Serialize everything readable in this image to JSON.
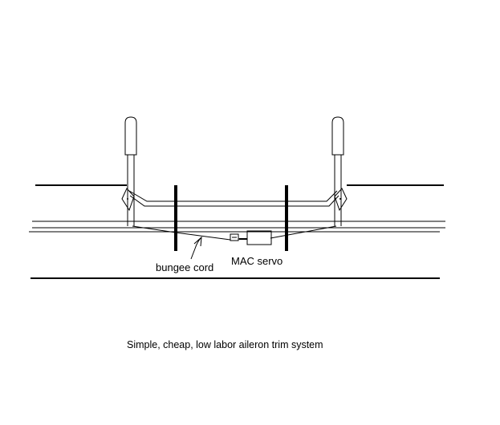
{
  "labels": {
    "bungee": "bungee cord",
    "servo": "MAC servo",
    "caption": "Simple, cheap, low labor aileron trim system"
  },
  "colors": {
    "stroke": "#000000",
    "background": "#ffffff"
  },
  "parts": [
    "left-control-stick",
    "right-control-stick",
    "left-bellcrank",
    "right-bellcrank",
    "pushrod",
    "left-torque-tube",
    "right-torque-tube",
    "bungee-cord",
    "servo-arm",
    "servo-body",
    "leader-arrow",
    "cockpit-floor-line",
    "cockpit-top-line"
  ]
}
